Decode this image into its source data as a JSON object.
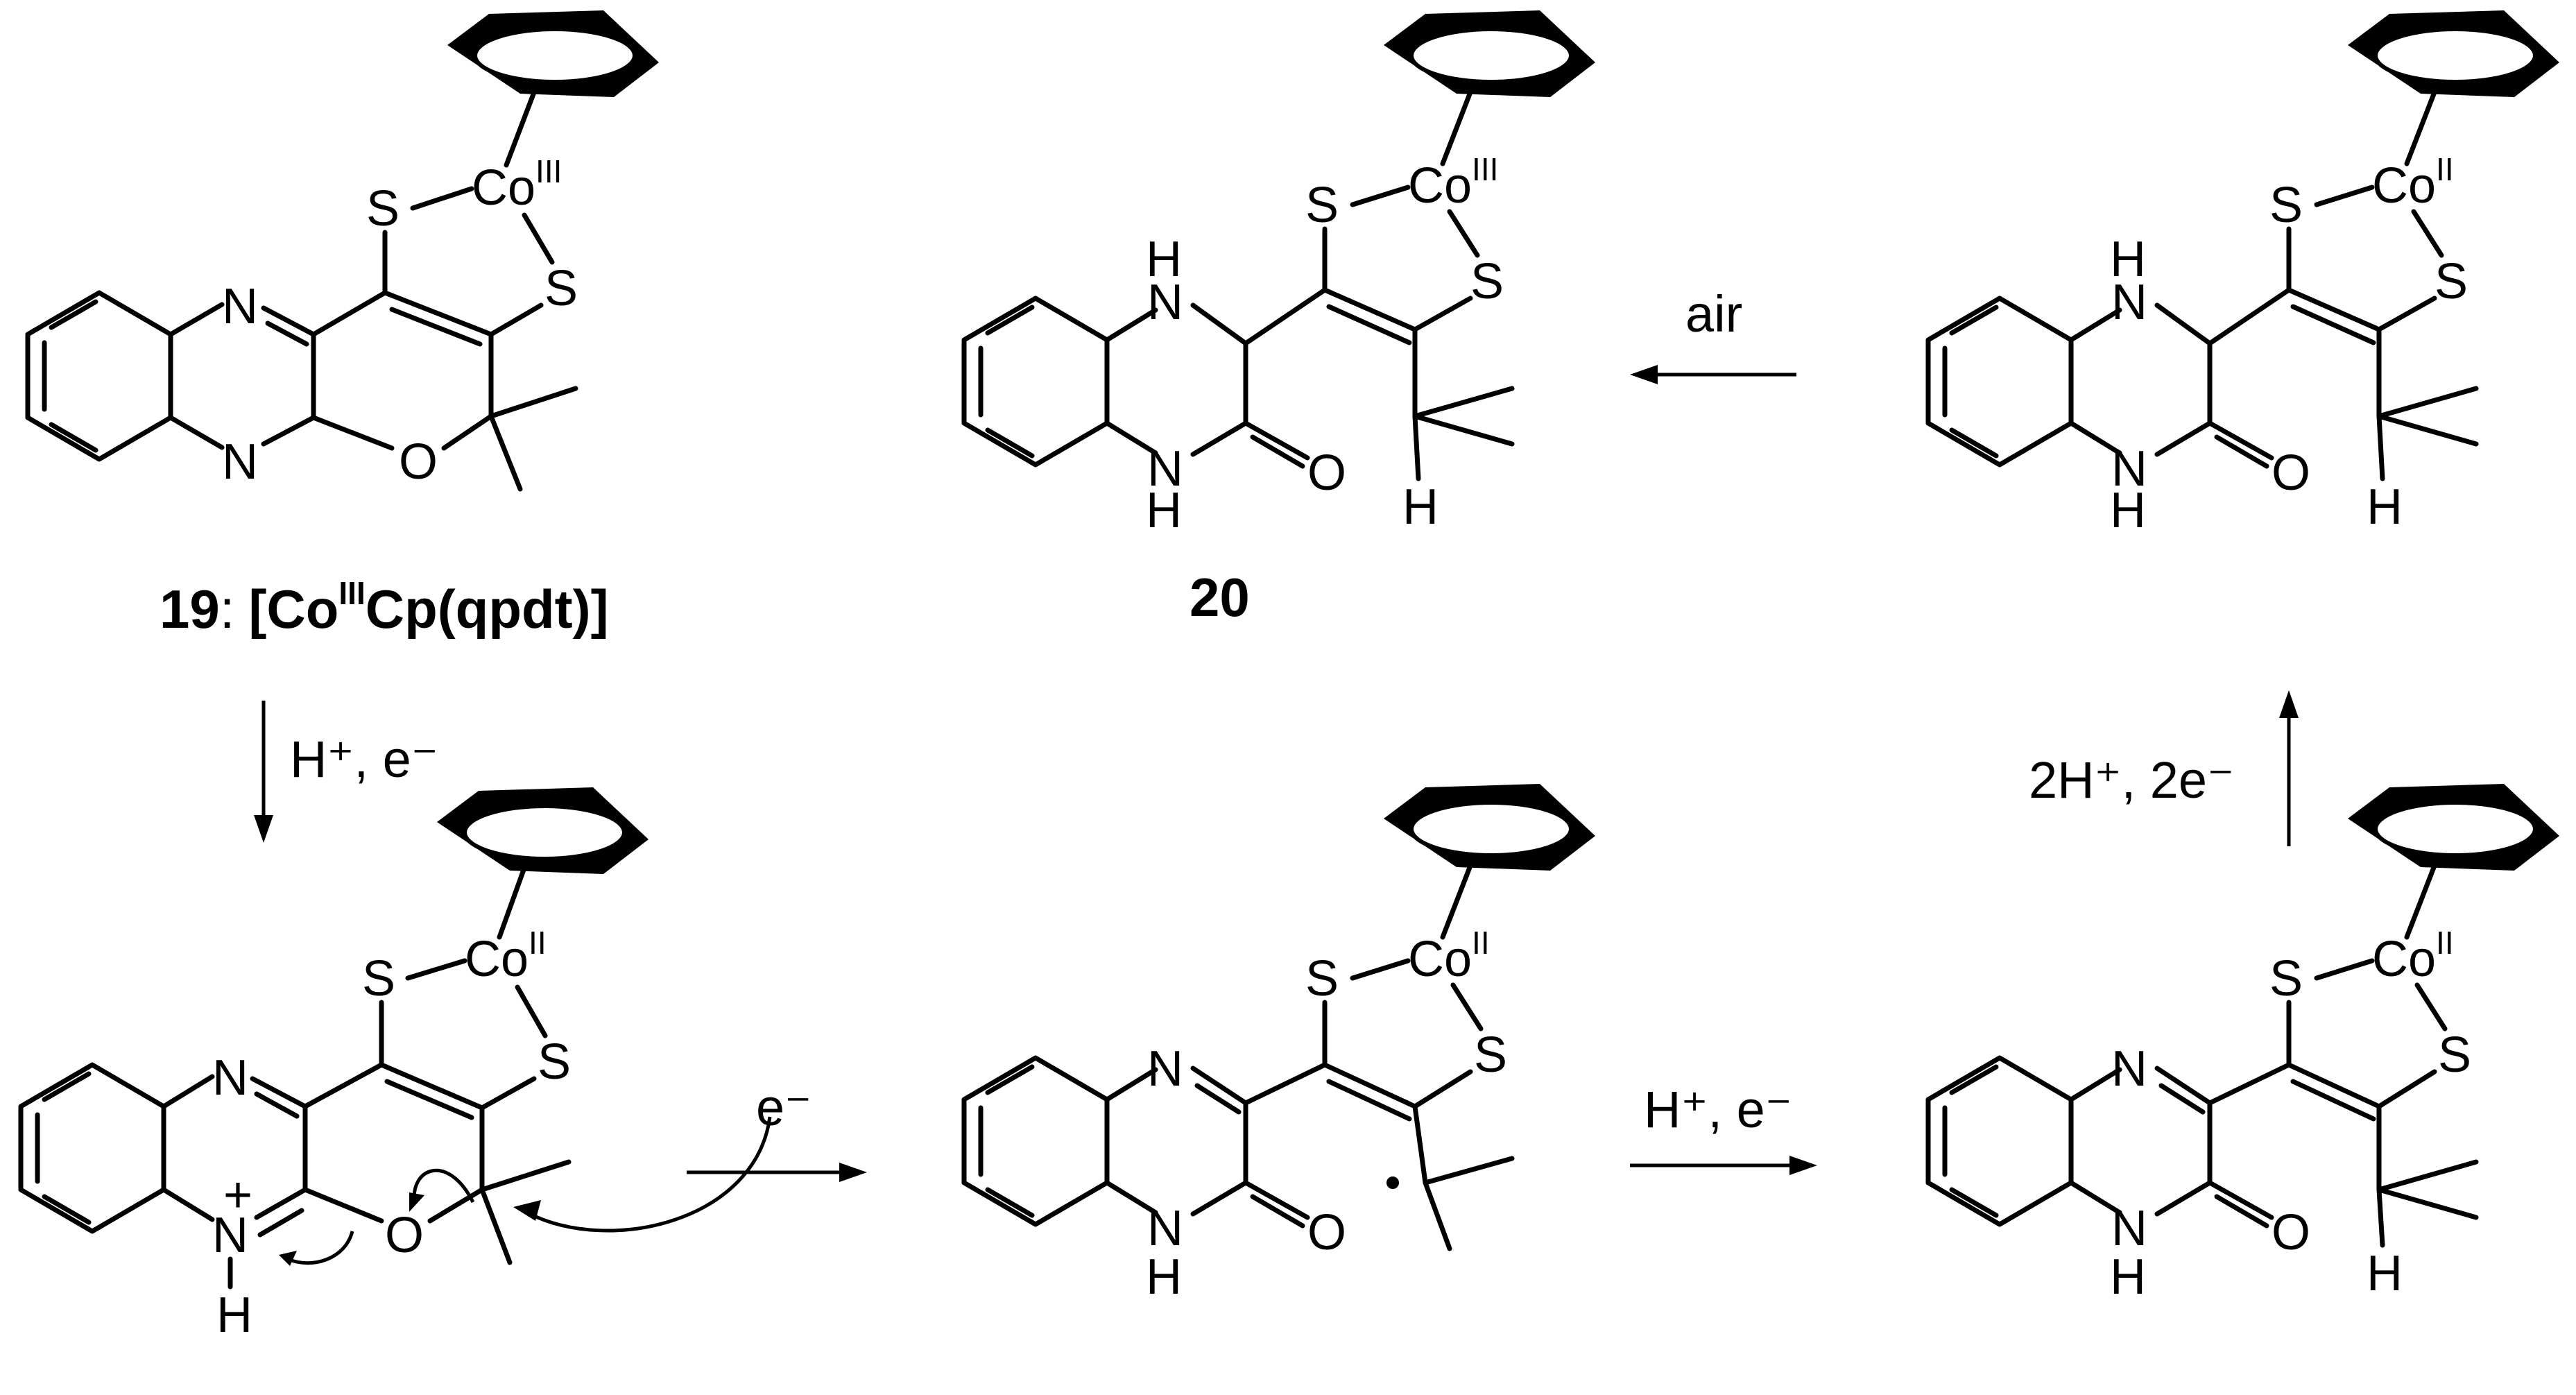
{
  "atoms": {
    "nitrogen": "N",
    "nh": "H",
    "sulfur": "S",
    "oxygen": "O",
    "hydrogen": "H",
    "cobalt": "Co",
    "ox3": "III",
    "ox2": "II",
    "plus": "+"
  },
  "labels": {
    "c19_number": "19",
    "c19_colon": ":",
    "c19_open": "[Co",
    "c19_ox": "III",
    "c19_close": "Cp(qpdt)]",
    "c20": "20"
  },
  "conditions": {
    "step1": "H⁺, e⁻",
    "step2": "e⁻",
    "step3": "H⁺, e⁻",
    "step4": "2H⁺, 2e⁻",
    "step5": "air"
  },
  "colors": {
    "ink": "#000000",
    "background": "#ffffff"
  }
}
